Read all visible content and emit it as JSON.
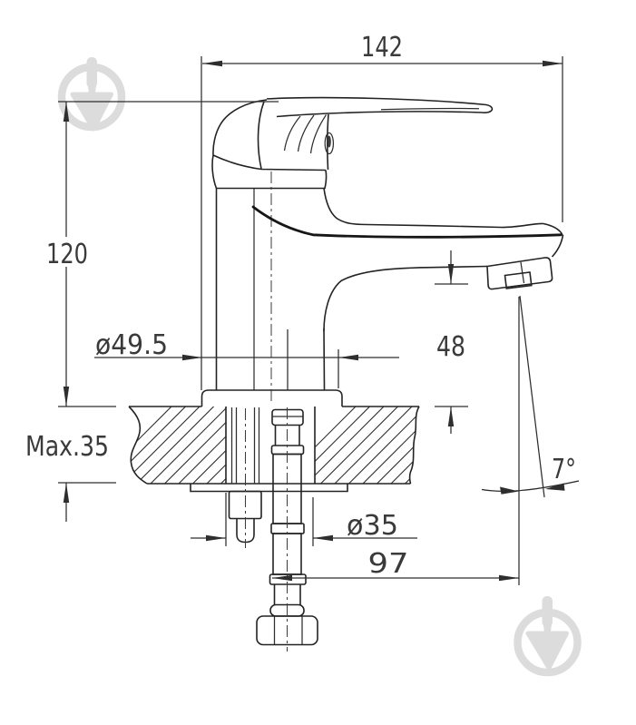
{
  "page": {
    "background": "#ffffff"
  },
  "drawing": {
    "subject": "Single-lever basin mixer tap — side elevation with countertop installation cross-section",
    "line_color": "#2b2b2b",
    "bold_contour_color": "#161616",
    "watermark_color": "#dcdcdc",
    "dimensions": {
      "overall_width": {
        "label": "142"
      },
      "overall_height": {
        "label": "120"
      },
      "base_diameter": {
        "label": "ø49.5"
      },
      "spout_outlet_height": {
        "label": "48"
      },
      "max_mounting_thickness": {
        "label": "Max.35"
      },
      "mounting_hole_diameter": {
        "label": "ø35"
      },
      "spout_reach": {
        "label": "97"
      },
      "spout_angle": {
        "label": "7°"
      }
    }
  }
}
